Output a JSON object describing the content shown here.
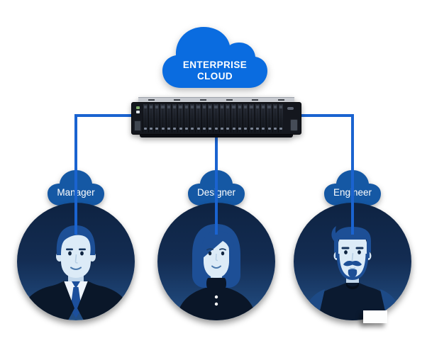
{
  "cloud": {
    "title_line1": "ENTERPRISE",
    "title_line2": "CLOUD"
  },
  "server": {
    "name": "rack-storage-server",
    "drive_bays": 24,
    "rail_ticks": 6
  },
  "users": [
    {
      "label": "Manager"
    },
    {
      "label": "Designer"
    },
    {
      "label": "Engineer"
    }
  ],
  "colors": {
    "primary_blue": "#0a6ce0",
    "label_cloud_blue": "#1558a4",
    "line_blue": "#1a63d0",
    "circle_top": "#0e2342",
    "circle_bottom": "#235087",
    "hair_blue": "#1d4f96",
    "face_light": "#dcebf7",
    "suit_dark": "#0a1729",
    "shirt_white": "#eef4fb",
    "tie_blue": "#1c4f9c",
    "sleeve_blue": "#1d4a86",
    "server_body": "#14171e",
    "rail_gray": "#c7cad0"
  }
}
